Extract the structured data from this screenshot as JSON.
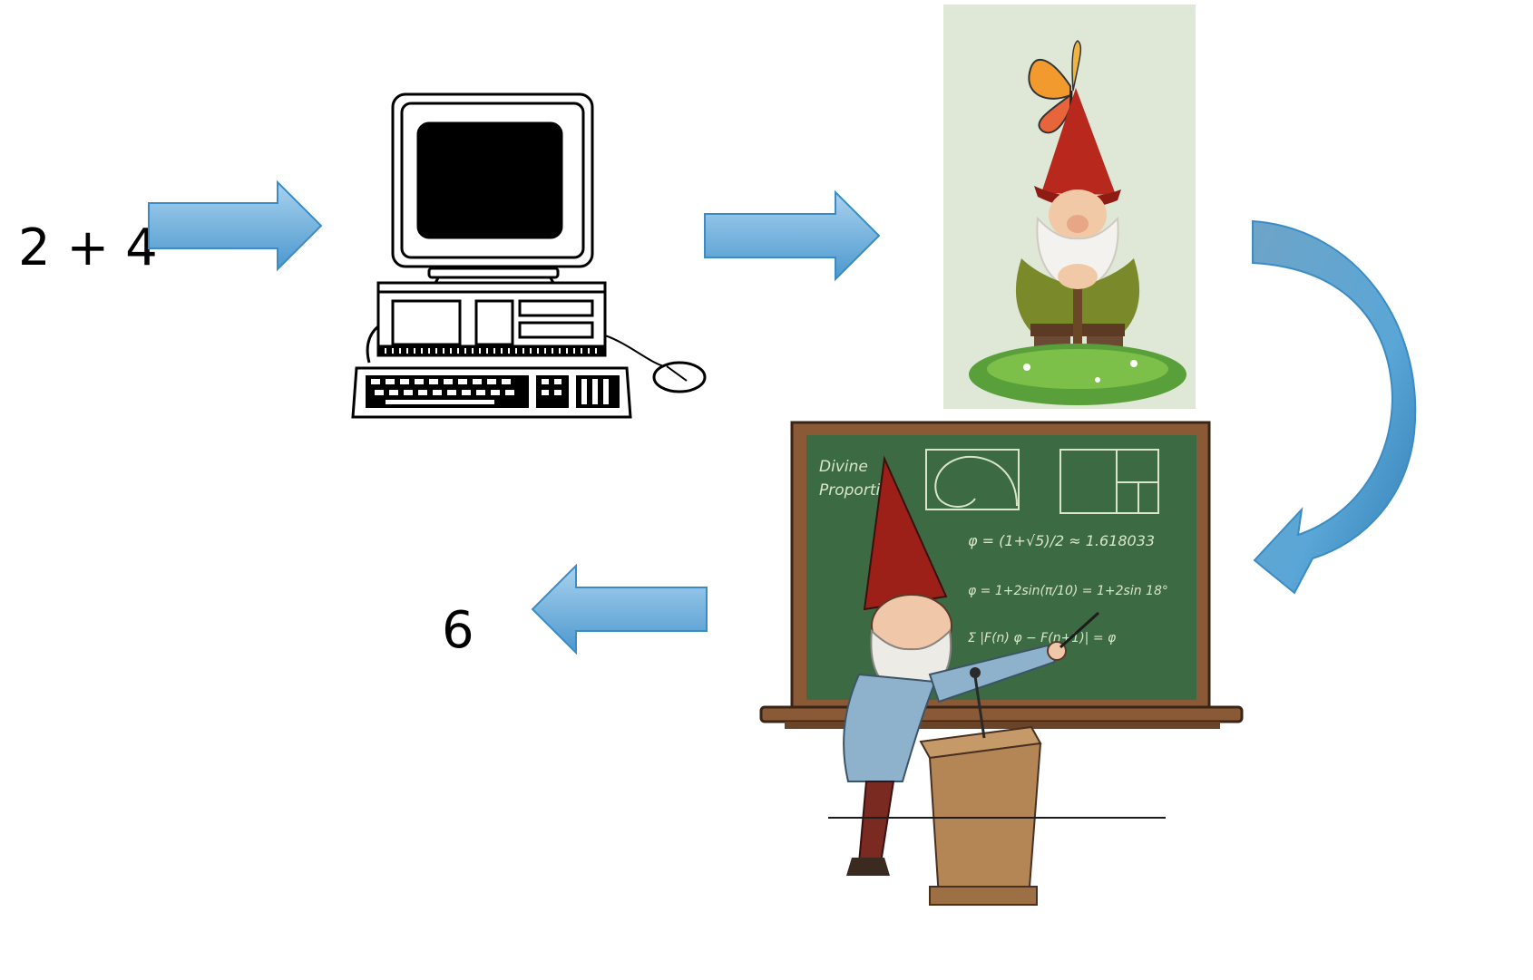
{
  "input_expression": "2 + 4",
  "output_value": "6",
  "colors": {
    "arrow_fill": "#5aa6d6",
    "arrow_light": "#a9d2ee",
    "arrow_stroke": "#3b8cc4",
    "gnome_hat": "#b8281c",
    "gnome_bg": "#dfe8d6",
    "chalkboard": "#3c6a42",
    "board_frame": "#8a5a36"
  },
  "board_text": {
    "heading_1": "Divine",
    "heading_2": "Proportion",
    "formula_1": "φ = (1+√5)/2 ≈ 1.618033",
    "formula_2": "φ = 1+2sin(π/10) = 1+2sin 18°",
    "formula_3": "Σ |F(n) φ − F(n+1)| = φ"
  },
  "icons": [
    "right-arrow-icon",
    "computer-icon",
    "garden-gnome-icon",
    "curved-arrow-icon",
    "teacher-gnome-icon",
    "left-arrow-icon"
  ]
}
